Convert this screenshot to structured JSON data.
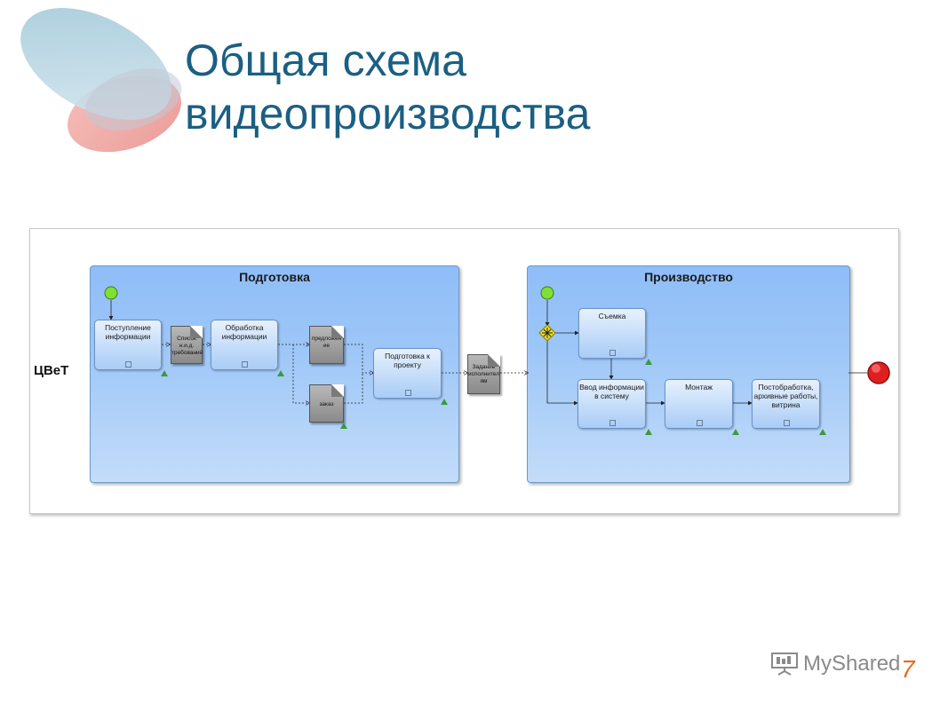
{
  "slide": {
    "title_line1": "Общая схема",
    "title_line2": "видеопроизводства",
    "page_number": "7",
    "logo_text": "MyShared"
  },
  "diagram": {
    "lane_label": "ЦВеТ",
    "pool_preparation": {
      "title": "Подготовка",
      "tasks": [
        "Поступление информации",
        "Обработка информации",
        "Подготовка к проекту"
      ],
      "documents": [
        "Список н.и.д. требований",
        "предложен ие",
        "заказ"
      ]
    },
    "handoff_document": "Задание исполнител ям",
    "pool_production": {
      "title": "Производство",
      "tasks": [
        "Съемка",
        "Ввод информации в систему",
        "Монтаж",
        "Постобработка, архивные работы, витрина"
      ]
    },
    "colors": {
      "title": "#1b5f82",
      "pool": "#9ec7f8",
      "start_event": "#7fe033",
      "end_event": "#e02020",
      "gateway": "#f0e020",
      "page_number": "#e66a1e"
    }
  }
}
